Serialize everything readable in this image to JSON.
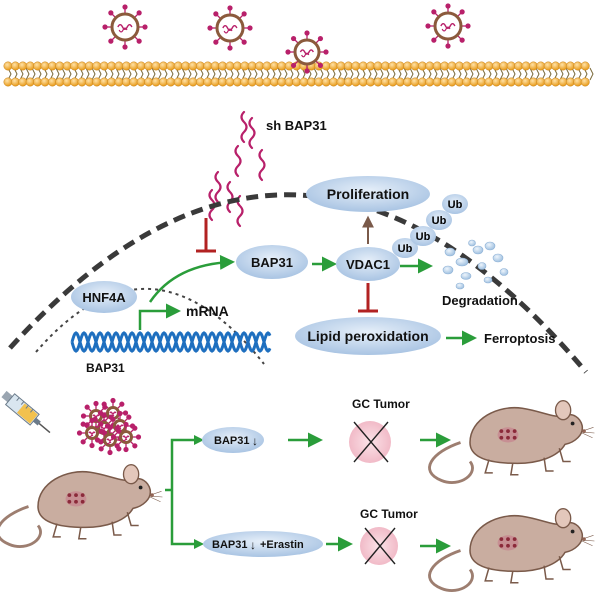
{
  "labels": {
    "sh_bap31": "sh BAP31",
    "proliferation": "Proliferation",
    "bap31_node": "BAP31",
    "vdac1": "VDAC1",
    "ub": "Ub",
    "degradation": "Degradation",
    "hnf4a": "HNF4A",
    "mrna": "mRNA",
    "bap31_gene": "BAP31",
    "lipid_peroxidation": "Lipid peroxidation",
    "ferroptosis": "Ferroptosis",
    "gc_tumor_top": "GC Tumor",
    "gc_tumor_bottom": "GC Tumor",
    "bap31_down": "BAP31",
    "bap31_down_erastin": "BAP31",
    "erastin": "+Erastin",
    "down_arrow": "↓"
  },
  "colors": {
    "membrane_head": "#f5a623",
    "virus_body": "#8b5a3c",
    "virus_spike": "#b8206a",
    "shrna": "#b8206a",
    "node_fill": "#bcd2ea",
    "arrow_green": "#2a9d3a",
    "inhibit": "#b22222",
    "dna": "#1e6fbf",
    "mouse_body": "#c9ada0",
    "cross_bg": "#f4c6d0"
  }
}
